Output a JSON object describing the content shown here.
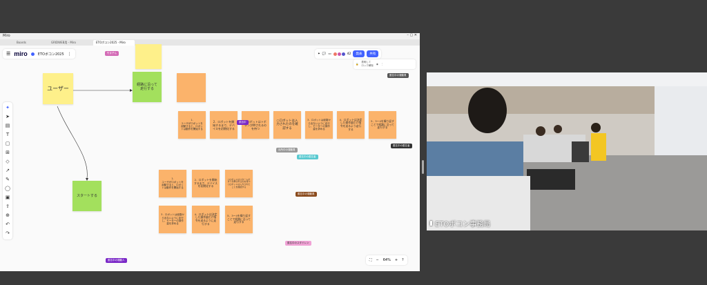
{
  "window": {
    "title": "Miro"
  },
  "tabs": [
    "Boards",
    "GRIDWEB用 - Miro",
    "ETOボコン2025 - Miro"
  ],
  "board": {
    "logo": "miro",
    "name": "ETOボコン2025"
  },
  "right_toolbar": {
    "count": "42",
    "present": "発表",
    "share": "共有"
  },
  "lock_note": "表明して\nロック解除",
  "stickies": {
    "user": "ユーザー",
    "start": "スタートする",
    "follow_path": "経路に沿って\n走行する",
    "r1_1": "1.\nユーザがロボットを起動すると、ロボットは動作を開始する",
    "r1_2": "2．ロボットを開始するまで、デバイスを初期化する",
    "r1_3": "○ロボットはトボタンが押されるのを待つ",
    "r1_4": "○ロボットは入力されたのを確認する",
    "r1_5": "3．ロボットは経路から出ないように走行し、モーターの操作量を求める",
    "r1_6": "4．ロボットは決定した操作量だけ指令を送るよう走行する",
    "r1_7": "5．3～4を繰り返すことで経路に沿って走行する",
    "r2_1": "1.\nユーザがロボットを起動すると、ロボットは動作を開始する",
    "r2_2": "2．ロボットを開始するまで、デバイスを初期化する",
    "r2_3": "○ロボットはスタートボタンが押されるのを待つ○ロボットは入力されたことを確認する",
    "r2_4": "3．ロボットは経路から出ないように走行し、モーターの操作量を求める",
    "r2_5": "4．ロボットは決定した操作量だけ指令を送るように走行する",
    "r2_6": "5．3～4を繰り返すことで経路に沿って走行する"
  },
  "cursors": [
    "竹ま子ん",
    "読出中",
    "匿名中の運動員",
    "匿名中の匿名者",
    "出所中の運動員",
    "匿名中の匿名者",
    "匿名中の運動員",
    "匿名中のスタドレン",
    "匿名中の運動人"
  ],
  "zoom": "64%",
  "video": {
    "label": "ETOボコン事務局"
  },
  "colors": {
    "accent": "#4262ff",
    "yellow": "#fef08a",
    "green": "#a3e05d",
    "orange": "#fbb36b"
  }
}
